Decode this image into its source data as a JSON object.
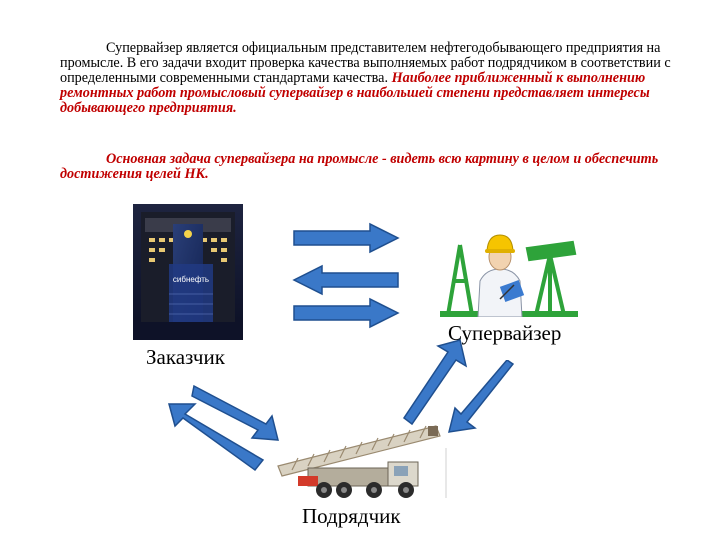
{
  "text": {
    "p1_lead": "Супервайзер является официальным представителем нефтегодобывающего предприятия на промысле. В его задачи входит проверка качества выполняемых работ подрядчиком в соответствии с определенными современными стандартами качества.",
    "p1_emphasis": "Наиболее приближенный к выполнению ремонтных работ промысловый супервайзер в наибольшей степени представляет интересы добывающего предприятия.",
    "p2": "Основная задача супервайзера на промысле - видеть всю картину в целом и обеспечить достижения целей НК."
  },
  "labels": {
    "customer": "Заказчик",
    "supervisor": "Супервайзер",
    "contractor": "Подрядчик"
  },
  "building_sign": "сибнефть",
  "colors": {
    "arrow_fill": "#3a78c8",
    "arrow_stroke": "#1f4f8f",
    "emphasis_red": "#c00000"
  },
  "icons": [
    "office-building-photo",
    "supervisor-worker-illustration",
    "drilling-rig-truck-illustration",
    "arrow-right-icon",
    "arrow-left-icon",
    "arrow-diagonal-icon"
  ]
}
